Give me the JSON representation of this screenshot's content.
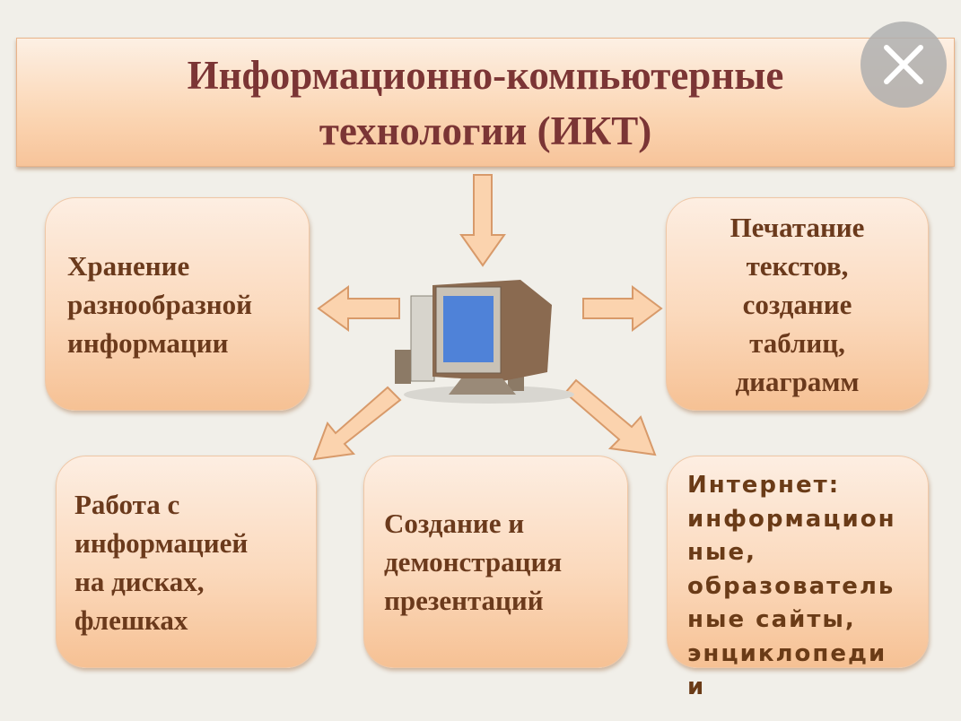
{
  "title": {
    "line1": "Информационно-компьютерные",
    "line2": "технологии (ИКТ)"
  },
  "boxes": {
    "top_left": [
      "Хранение",
      "разнообразной",
      "информации"
    ],
    "top_right": [
      "Печатание",
      "текстов,",
      "создание",
      "таблиц,",
      "диаграмм"
    ],
    "bottom_left": [
      "Работа с",
      "информацией",
      "на дисках,",
      "флешках"
    ],
    "bottom_middle": [
      "Создание и",
      "демонстрация",
      "презентаций"
    ],
    "bottom_right": [
      "Интернет:",
      "информацион",
      "ные,",
      "образователь",
      "ные сайты,",
      "энциклопеди",
      "и"
    ]
  },
  "colors": {
    "title": "#7b3535",
    "text": "#6b3a1c",
    "box_fill": "#fbd9bc",
    "arrow_fill": "#fbd3ae",
    "arrow_stroke": "#d89a6a",
    "background": "#f1efe9"
  }
}
